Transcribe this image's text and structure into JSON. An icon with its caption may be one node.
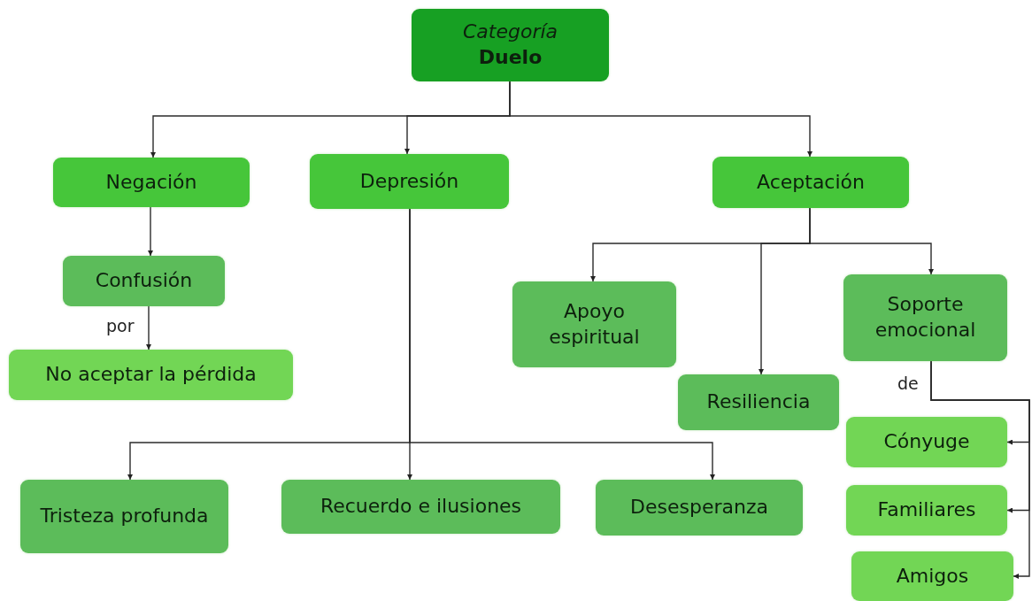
{
  "diagram": {
    "nodes": [
      {
        "text": [
          "Categoría",
          "Duelo"
        ]
      },
      {
        "text": [
          "Negación"
        ]
      },
      {
        "text": [
          "Depresión"
        ]
      },
      {
        "text": [
          "Aceptación"
        ]
      },
      {
        "text": [
          "Confusión"
        ]
      },
      {
        "text": [
          "Apoyo espiritual"
        ]
      },
      {
        "text": [
          "Soporte emocional"
        ]
      },
      {
        "text": [
          "No aceptar la pérdida"
        ]
      },
      {
        "text": [
          "Resiliencia"
        ]
      },
      {
        "text": [
          "Cónyuge"
        ]
      },
      {
        "text": [
          "Tristeza profunda"
        ]
      },
      {
        "text": [
          "Recuerdo e ilusiones"
        ]
      },
      {
        "text": [
          "Desesperanza"
        ]
      },
      {
        "text": [
          "Familiares"
        ]
      },
      {
        "text": [
          "Amigos"
        ]
      }
    ],
    "edges": [
      {
        "from": 0,
        "to": 1,
        "arrow": "to"
      },
      {
        "from": 0,
        "to": 2,
        "arrow": "to"
      },
      {
        "from": 0,
        "to": 3,
        "arrow": "to"
      },
      {
        "from": 1,
        "to": 4,
        "arrow": "to"
      },
      {
        "from": 4,
        "to": 7,
        "label": "por",
        "arrow": "to"
      },
      {
        "from": 2,
        "to": 10,
        "arrow": "to"
      },
      {
        "from": 2,
        "to": 11,
        "arrow": "to"
      },
      {
        "from": 2,
        "to": 12,
        "arrow": "to"
      },
      {
        "from": 3,
        "to": 5,
        "arrow": "to"
      },
      {
        "from": 3,
        "to": 8,
        "arrow": "to"
      },
      {
        "from": 3,
        "to": 6,
        "arrow": "to"
      },
      {
        "from": 6,
        "to": 9,
        "label": "de",
        "arrow": "to"
      },
      {
        "from": 6,
        "to": 13,
        "arrow": "to"
      },
      {
        "from": 6,
        "to": 14,
        "arrow": "to"
      }
    ]
  }
}
